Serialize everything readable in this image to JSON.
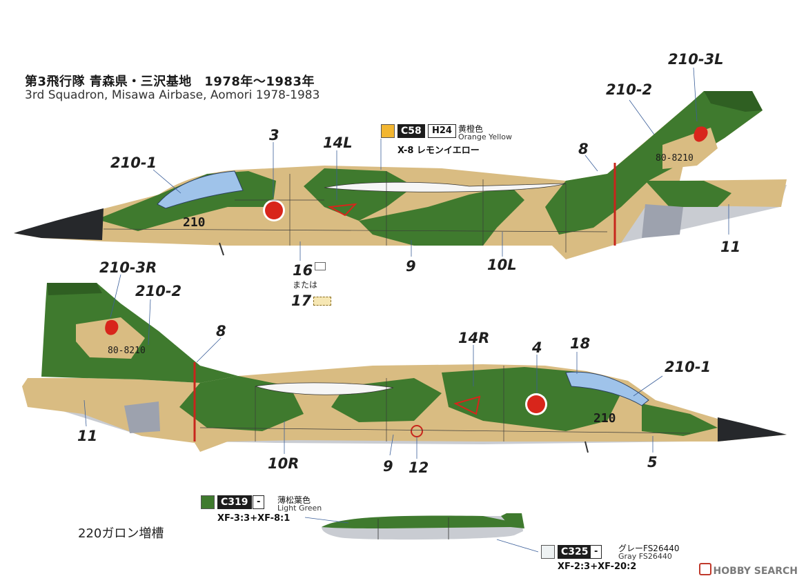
{
  "title": {
    "jp": "第3飛行隊 青森県・三沢基地　1978年～1983年",
    "en": "3rd Squadron, Misawa Airbase, Aomori  1978-1983"
  },
  "aircraft": {
    "serial": "80-8210",
    "nose_number": "210"
  },
  "callouts": {
    "top": {
      "c_210_3L": "210-3L",
      "c_210_2": "210-2",
      "c_3": "3",
      "c_14L": "14L",
      "c_210_1": "210-1",
      "c_8": "8",
      "c_11": "11",
      "c_16": "16",
      "c_9": "9",
      "c_10L": "10L",
      "c_17": "17",
      "matawa": "または"
    },
    "bottom": {
      "c_210_3R": "210-3R",
      "c_210_2": "210-2",
      "c_8": "8",
      "c_14R": "14R",
      "c_4": "4",
      "c_18": "18",
      "c_210_1": "210-1",
      "c_11": "11",
      "c_10R": "10R",
      "c_9": "9",
      "c_12": "12",
      "c_5": "5"
    }
  },
  "paints": [
    {
      "swatch_color": "#f2b631",
      "code_a": "C58",
      "code_b": "H24",
      "name_jp": "黄橙色",
      "name_en": "Orange Yellow",
      "mix": "X-8 レモンイエロー"
    },
    {
      "swatch_color": "#3f7a2e",
      "code_a": "C319",
      "code_b": "-",
      "name_jp": "薄松葉色",
      "name_en": "Light Green",
      "mix": "XF-3:3+XF-8:1"
    },
    {
      "swatch_color": "#eef2f3",
      "code_a": "C325",
      "code_b": "-",
      "name_jp": "グレーFS26440",
      "name_en": "Gray FS26440",
      "mix": "XF-2:3+XF-20:2"
    }
  ],
  "drop_tank_label": "220ガロン増槽",
  "watermark": "HOBBY SEARCH",
  "colors": {
    "green": "#3f7a2e",
    "tan": "#d9bc82",
    "gray": "#a9adb8",
    "canopy": "#9fc3ea",
    "hinomaru": "#d8251b",
    "radome": "#26282b"
  }
}
